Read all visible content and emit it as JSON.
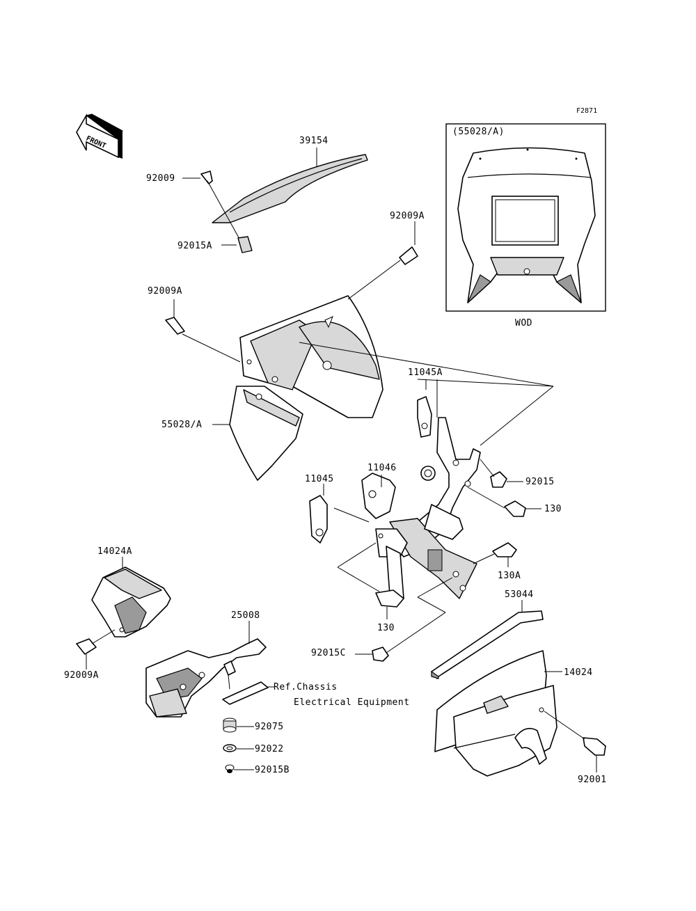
{
  "figure_id": "F2871",
  "front_marker": "FRONT",
  "inset": {
    "title": "(55028/A)",
    "caption": "WOD"
  },
  "labels": {
    "p39154": "39154",
    "p92009_top": "92009",
    "p92015A": "92015A",
    "p92009A_right": "92009A",
    "p92009A_left": "92009A",
    "p55028A": "55028/A",
    "p11045A": "11045A",
    "p11046": "11046",
    "p11045": "11045",
    "p92015": "92015",
    "p130_right": "130",
    "p130A": "130A",
    "p130_bottom": "130",
    "p92015C": "92015C",
    "p14024A": "14024A",
    "p92009A_bottom": "92009A",
    "p25008": "25008",
    "ref_line1": "Ref.Chassis",
    "ref_line2": "Electrical Equipment",
    "p92075": "92075",
    "p92022": "92022",
    "p92015B": "92015B",
    "p53044": "53044",
    "p14024": "14024",
    "p92001": "92001"
  }
}
